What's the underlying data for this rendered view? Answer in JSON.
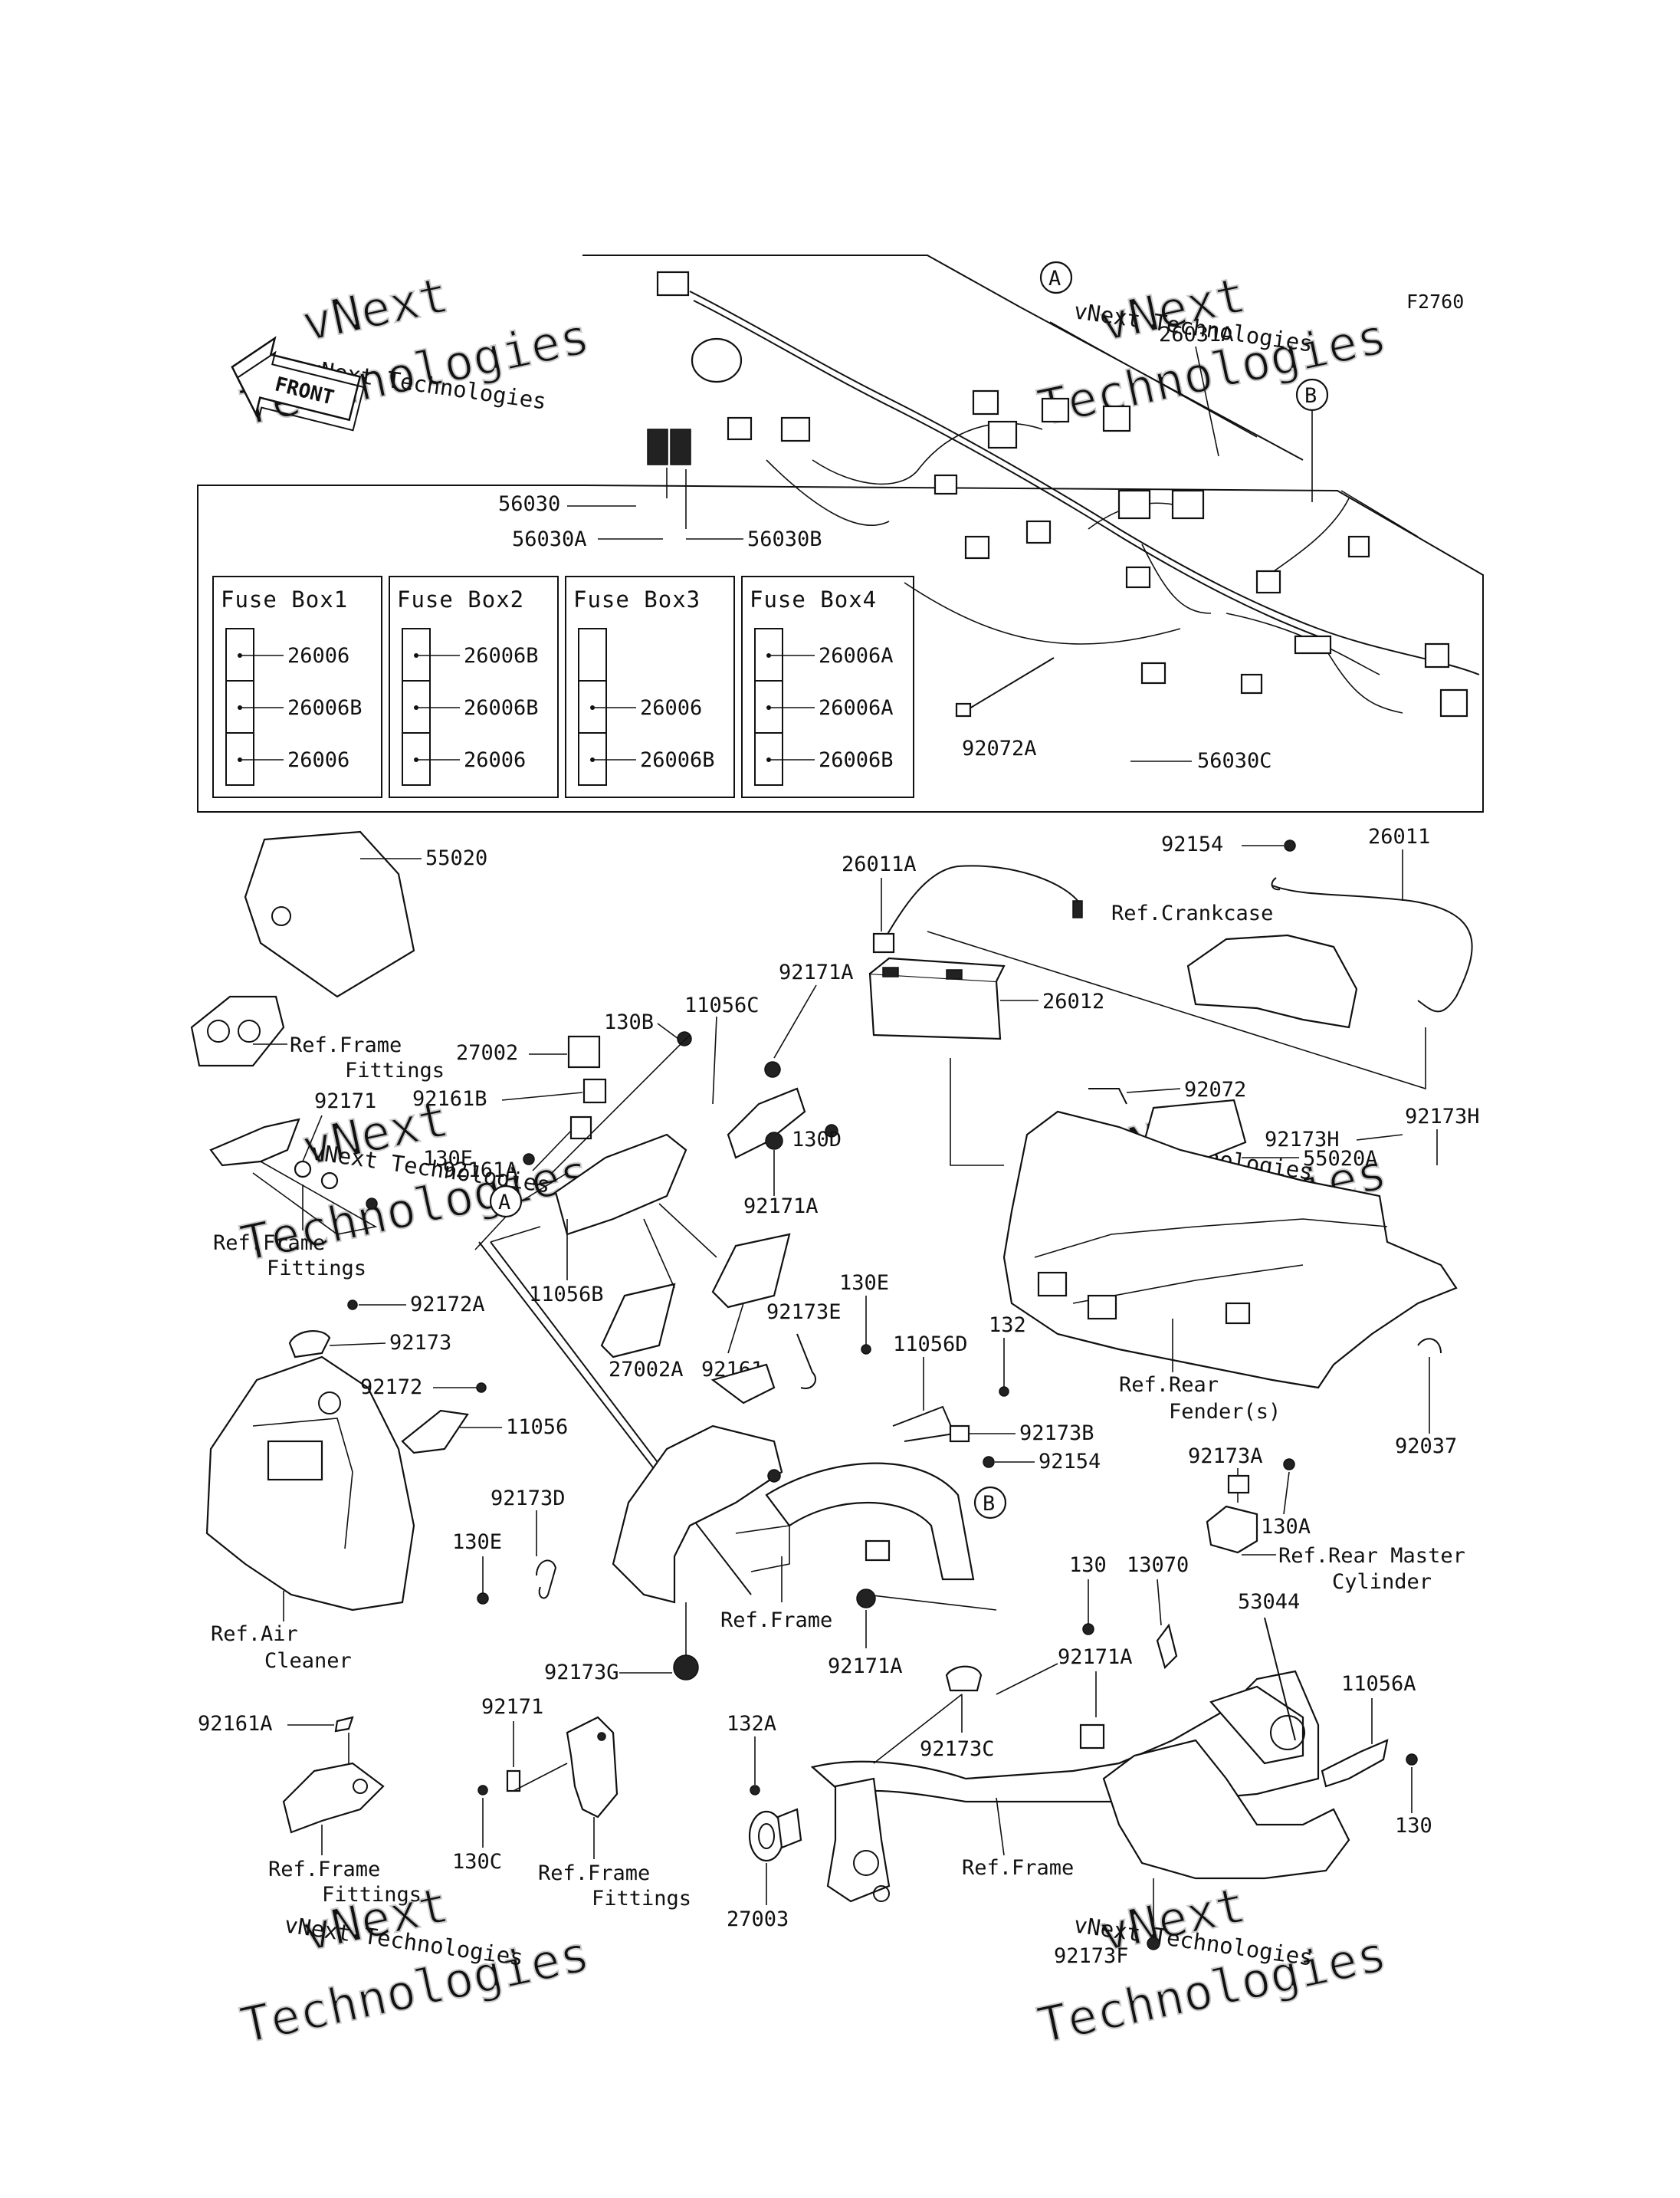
{
  "figure_code": "F2760",
  "front_label": "FRONT",
  "watermark": {
    "big": "Technologies",
    "small": "vNext Technologies",
    "short": "vNext"
  },
  "circle_markers": {
    "a": "A",
    "b": "B"
  },
  "fuse_boxes": [
    {
      "title": "Fuse Box1",
      "slots": [
        "26006",
        "26006B",
        "26006"
      ]
    },
    {
      "title": "Fuse Box2",
      "slots": [
        "26006B",
        "26006B",
        "26006"
      ]
    },
    {
      "title": "Fuse Box3",
      "slots": [
        "",
        "26006",
        "26006B"
      ]
    },
    {
      "title": "Fuse Box4",
      "slots": [
        "26006A",
        "26006A",
        "26006B"
      ]
    }
  ],
  "labels": {
    "p26031A": "26031A",
    "p56030": "56030",
    "p56030A": "56030A",
    "p56030B": "56030B",
    "p56030C": "56030C",
    "p92072A": "92072A",
    "p55020": "55020",
    "p26011A": "26011A",
    "p92154a": "92154",
    "p26011": "26011",
    "ref_crankcase": "Ref.Crankcase",
    "p92171A_a": "92171A",
    "p11056C": "11056C",
    "p130B": "130B",
    "p26012": "26012",
    "p27002": "27002",
    "ref_frame_fittings_a1": "Ref.Frame",
    "ref_frame_fittings_a2": "Fittings",
    "p92072": "92072",
    "p55020A": "55020A",
    "p92161B": "92161B",
    "p92171": "92171",
    "p92161A": "92161A",
    "p130D": "130D",
    "p92173H_a": "92173H",
    "p92173H_b": "92173H",
    "p130E_a": "130E",
    "p92171A_b": "92171A",
    "ref_frame_fittings_b1": "Ref.Frame",
    "ref_frame_fittings_b2": "Fittings",
    "p11056B": "11056B",
    "p92172A": "92172A",
    "p92173E": "92173E",
    "p130E_top": "130E",
    "p11056D": "11056D",
    "p132": "132",
    "p92173": "92173",
    "p27002A": "27002A",
    "p92161": "92161",
    "ref_rear_fender1": "Ref.Rear",
    "ref_rear_fender2": "Fender(s)",
    "p92037": "92037",
    "p92172": "92172",
    "p11056": "11056",
    "p92173B": "92173B",
    "p92154b": "92154",
    "p92173A": "92173A",
    "p92173D": "92173D",
    "p130A": "130A",
    "ref_rear_master1": "Ref.Rear Master",
    "ref_rear_master2": "Cylinder",
    "p130E_b": "130E",
    "p130": "130",
    "p13070": "13070",
    "p53044": "53044",
    "ref_frame_a": "Ref.Frame",
    "ref_air_cleaner1": "Ref.Air",
    "ref_air_cleaner2": "Cleaner",
    "p92171A_c": "92171A",
    "p92171A_d": "92171A",
    "p92173G": "92173G",
    "p11056A": "11056A",
    "p92161A_b": "92161A",
    "p92171_b": "92171",
    "p132A": "132A",
    "p92173C": "92173C",
    "p130_b": "130",
    "p130C": "130C",
    "ref_frame_b": "Ref.Frame",
    "ref_frame_fittings_c1": "Ref.Frame",
    "ref_frame_fittings_c2": "Fittings",
    "ref_frame_fittings_d1": "Ref.Frame",
    "ref_frame_fittings_d2": "Fittings",
    "p27003": "27003",
    "p92173F": "92173F"
  }
}
